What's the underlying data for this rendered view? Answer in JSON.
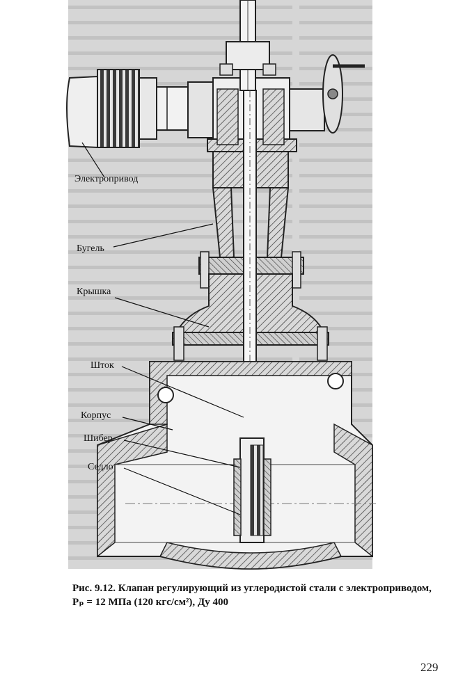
{
  "labels": {
    "elektroprivod": "Электропривод",
    "bugel": "Бугель",
    "kryshka": "Крышка",
    "shtok": "Шток",
    "korpus": "Корпус",
    "shiber": "Шибер",
    "sedlo": "Седло"
  },
  "caption": {
    "line1": "Рис. 9.12. Клапан регулирующий из углеродистой стали с электроприводом,",
    "line2": "Pₚ = 12 МПа (120 кгс/см²), Ду 400"
  },
  "page_number": "229"
}
